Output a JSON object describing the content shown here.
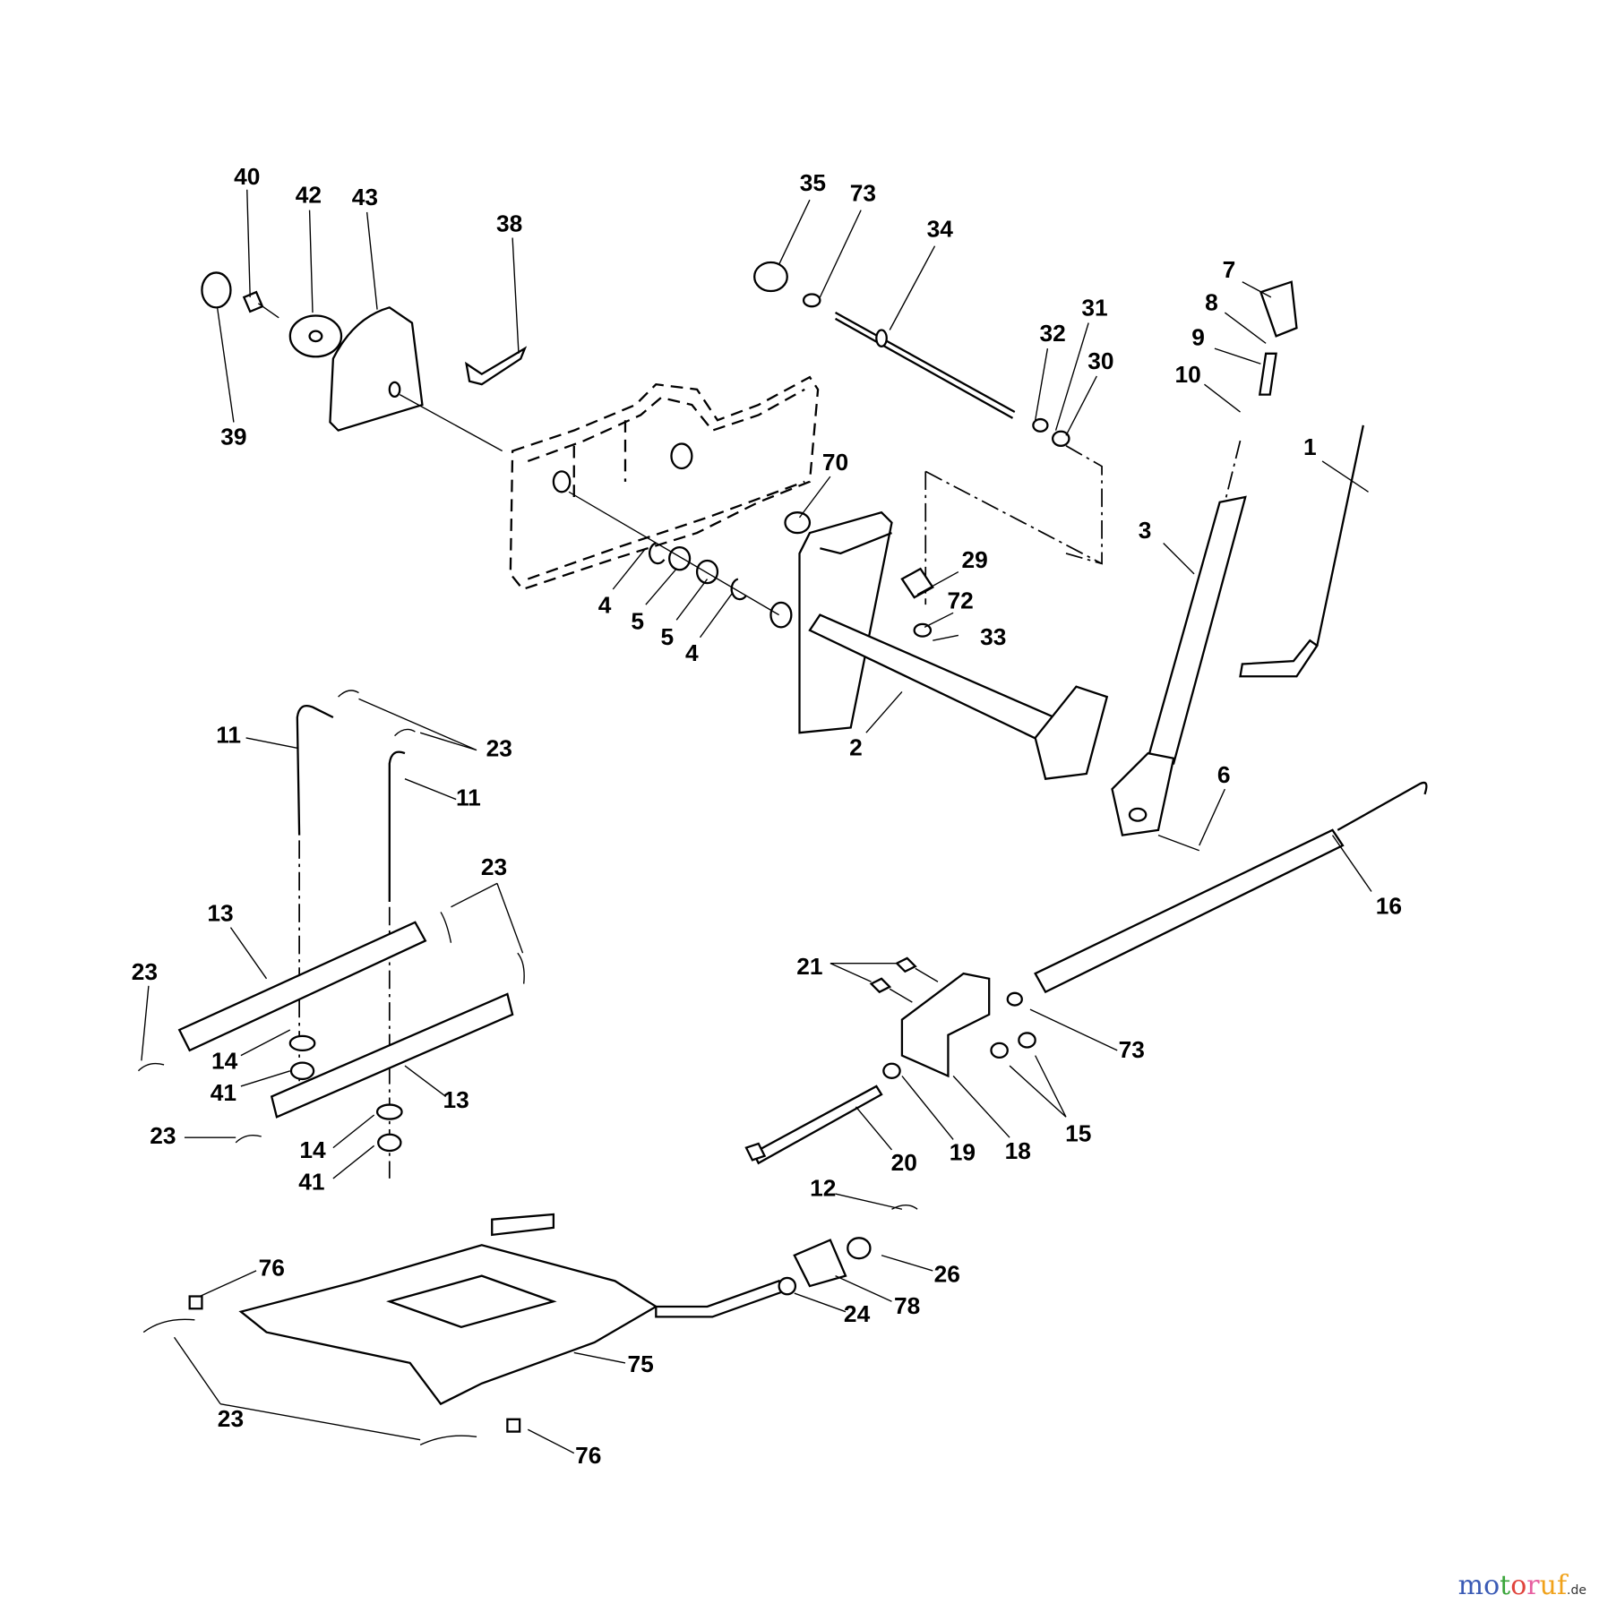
{
  "diagram": {
    "callouts": [
      "40",
      "42",
      "43",
      "38",
      "39",
      "35",
      "73",
      "34",
      "31",
      "32",
      "30",
      "7",
      "8",
      "9",
      "10",
      "1",
      "3",
      "70",
      "29",
      "72",
      "33",
      "4",
      "5",
      "5",
      "4",
      "2",
      "6",
      "11",
      "23",
      "11",
      "23",
      "13",
      "23",
      "14",
      "41",
      "13",
      "23",
      "14",
      "41",
      "16",
      "21",
      "73",
      "15",
      "18",
      "19",
      "20",
      "12",
      "26",
      "78",
      "24",
      "75",
      "76",
      "23",
      "76"
    ]
  },
  "watermark": {
    "text": "motoruf",
    "suffix": ".de",
    "colors": [
      "#3b5bb5",
      "#3b5bb5",
      "#3aa53a",
      "#e0443c",
      "#e75fa0",
      "#f0a21b",
      "#f0a21b"
    ]
  }
}
